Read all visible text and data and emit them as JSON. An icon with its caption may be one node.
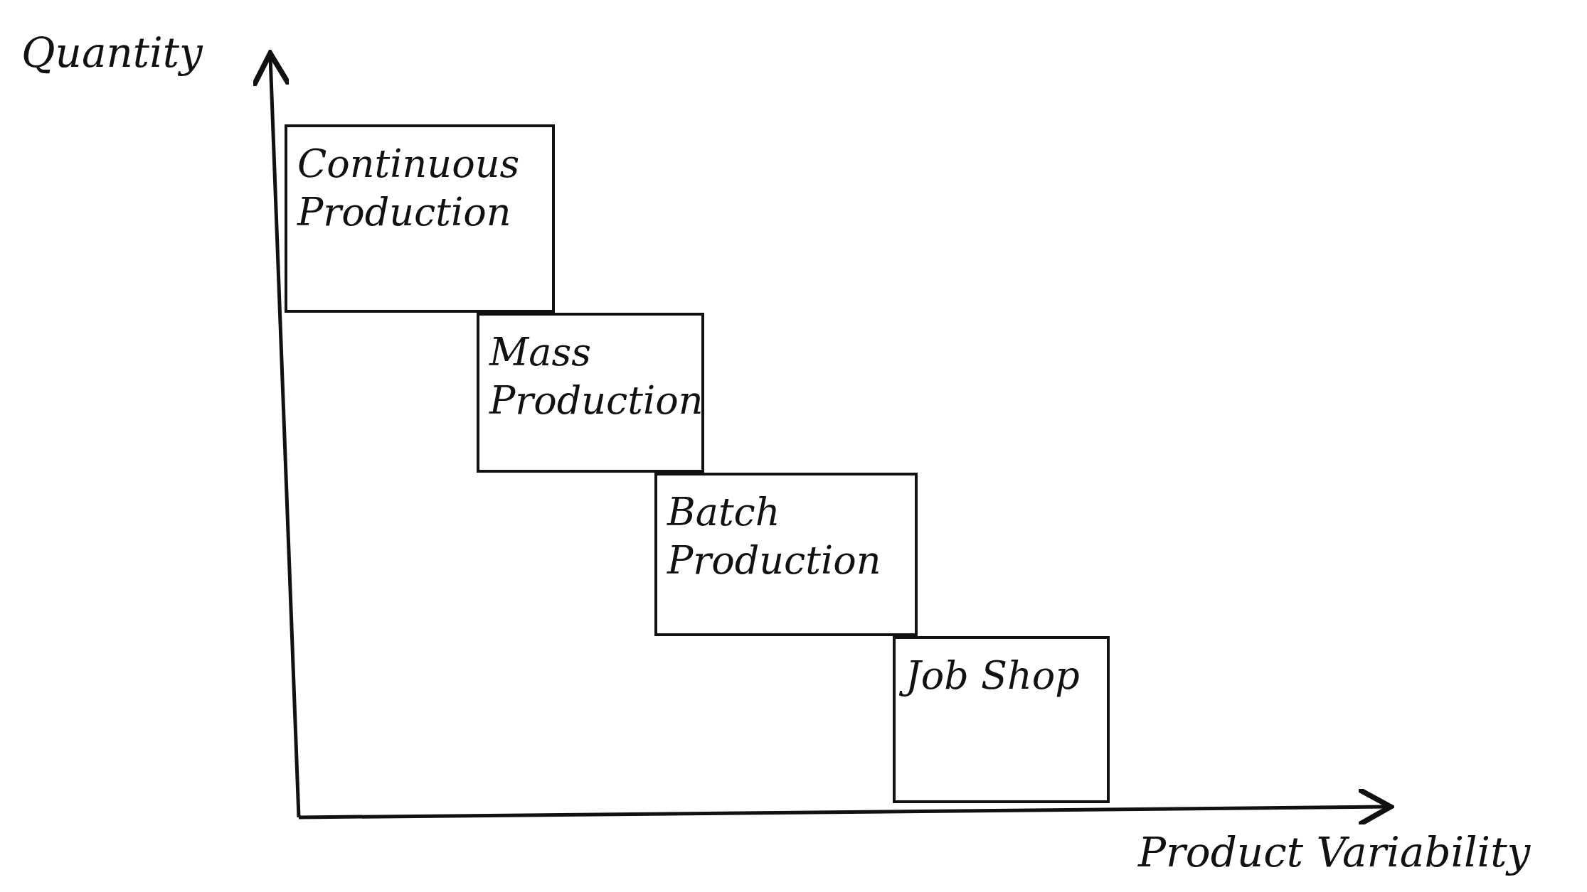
{
  "diagram": {
    "nodes": [
      {
        "text": [
          "Continuous Production"
        ]
      },
      {
        "text": [
          "Mass Production"
        ]
      },
      {
        "text": [
          "Batch Production"
        ]
      },
      {
        "text": [
          "Job Shop"
        ]
      }
    ],
    "labels": [
      "Quantity",
      "Product Variability"
    ]
  }
}
